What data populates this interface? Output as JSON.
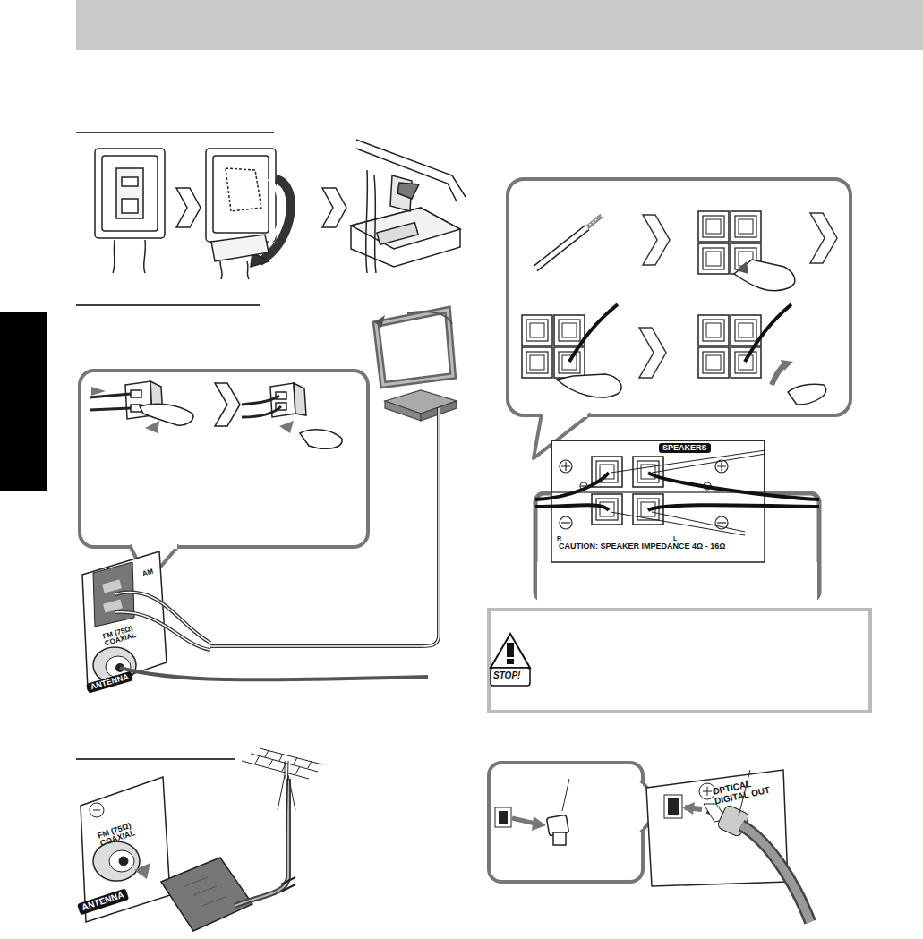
{
  "diagram": {
    "labels": [
      "AM",
      "FM (75Ω) COAXIAL",
      "ANTENNA",
      "SPEAKERS",
      "R",
      "L",
      "CAUTION: SPEAKER IMPEDANCE 4Ω - 16Ω",
      "STOP!",
      "OPTICAL DIGITAL OUT",
      "FM (75Ω) COAXIAL",
      "ANTENNA"
    ]
  }
}
